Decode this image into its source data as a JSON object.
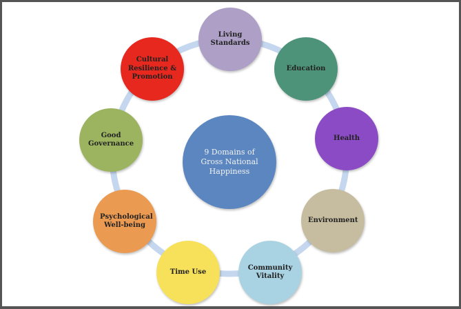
{
  "center": {
    "label": "9 Domains of Gross National Happiness",
    "color": "#5b86c0"
  },
  "ring_color": "#c5d7ee",
  "domains": [
    {
      "label": "Living Standards",
      "color": "#ad9fc6"
    },
    {
      "label": "Education",
      "color": "#4d9379"
    },
    {
      "label": "Health",
      "color": "#8a4bc4"
    },
    {
      "label": "Environment",
      "color": "#c6bc9f"
    },
    {
      "label": "Community Vitality",
      "color": "#a9d2e2"
    },
    {
      "label": "Time Use",
      "color": "#f7e15a"
    },
    {
      "label": "Psychological Well-being",
      "color": "#eb9a52"
    },
    {
      "label": "Good Governance",
      "color": "#9cb460"
    },
    {
      "label": "Cultural Resilience & Promotion",
      "color": "#e7281e"
    }
  ]
}
